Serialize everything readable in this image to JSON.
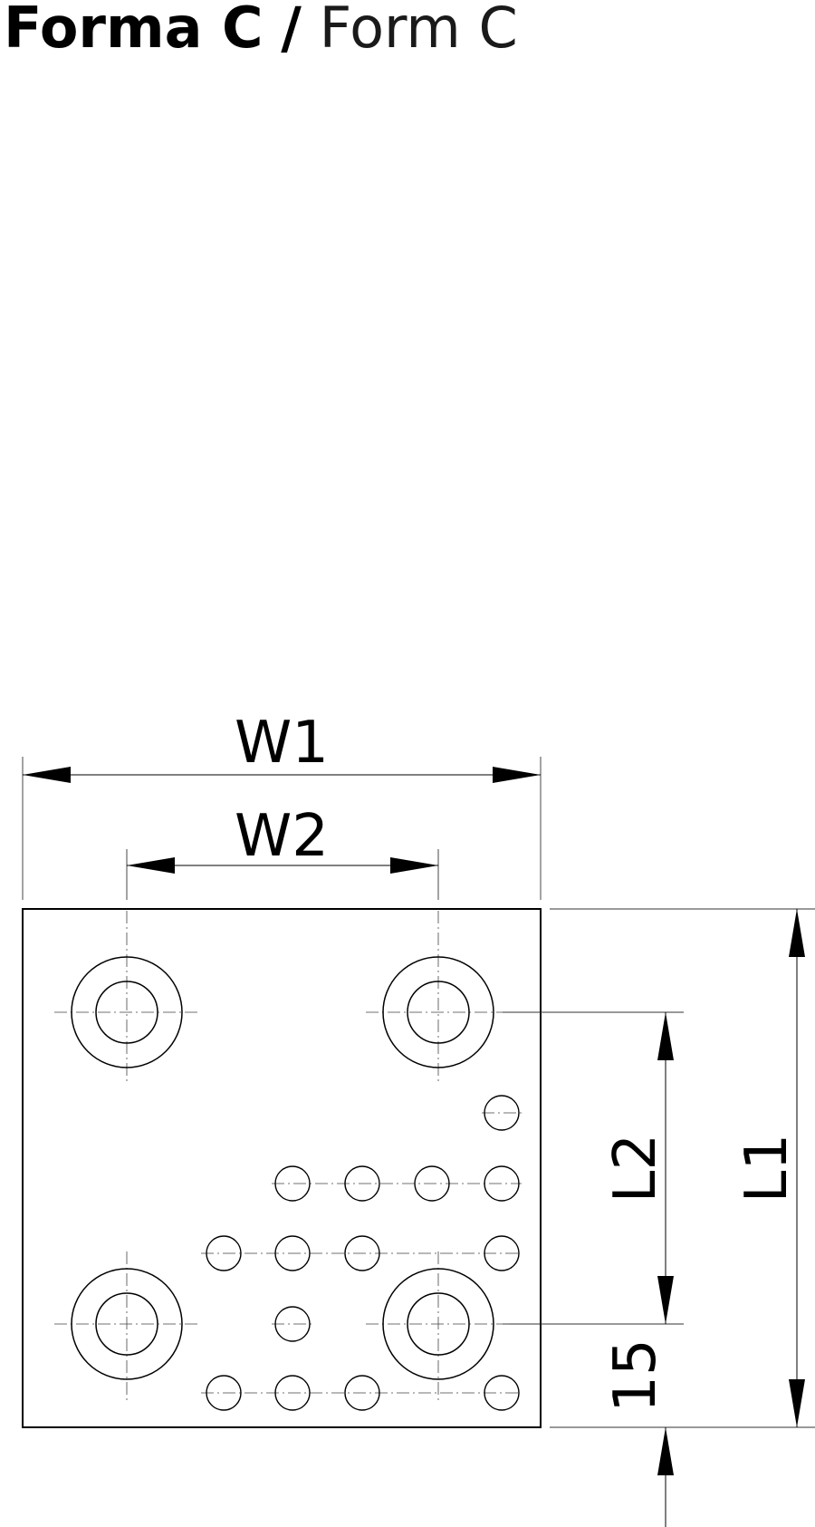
{
  "title": {
    "primary": "Forma C",
    "separator": "/",
    "secondary": "Form C"
  },
  "dimensions": {
    "w1": "W1",
    "w2": "W2",
    "l1": "L1",
    "l2": "L2",
    "offset": "15"
  }
}
